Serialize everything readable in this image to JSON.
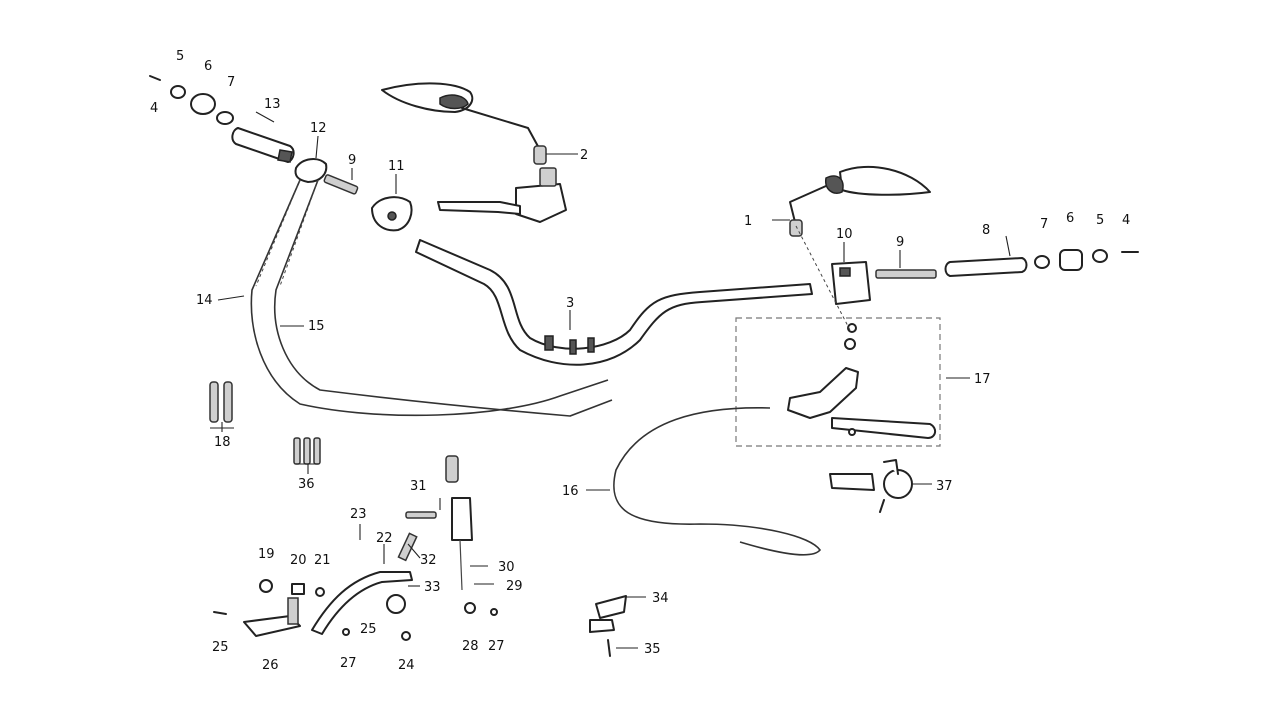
{
  "callouts": {
    "c1": "1",
    "c2": "2",
    "c3": "3",
    "c4a": "4",
    "c4b": "4",
    "c5a": "5",
    "c5b": "5",
    "c6a": "6",
    "c6b": "6",
    "c7a": "7",
    "c7b": "7",
    "c8": "8",
    "c9a": "9",
    "c9b": "9",
    "c10": "10",
    "c11": "11",
    "c12": "12",
    "c13": "13",
    "c14": "14",
    "c15": "15",
    "c16": "16",
    "c17": "17",
    "c18": "18",
    "c19": "19",
    "c20": "20",
    "c21": "21",
    "c22": "22",
    "c23": "23",
    "c24": "24",
    "c25a": "25",
    "c25b": "25",
    "c26": "26",
    "c27a": "27",
    "c27b": "27",
    "c28": "28",
    "c29": "29",
    "c30": "30",
    "c31": "31",
    "c32": "32",
    "c33": "33",
    "c34": "34",
    "c35": "35",
    "c36": "36",
    "c37": "37"
  }
}
